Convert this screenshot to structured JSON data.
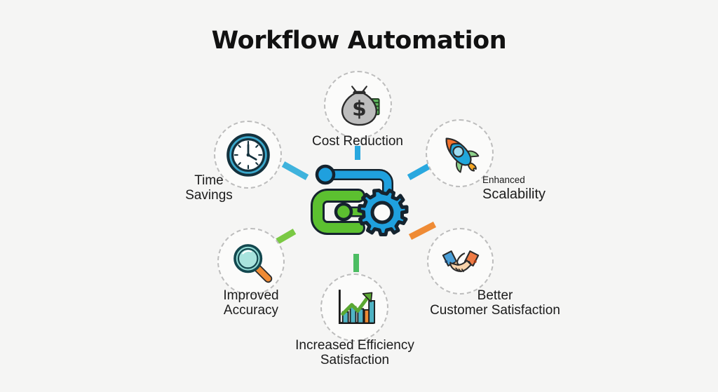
{
  "page": {
    "title": "Workflow Automation",
    "background_color": "#f5f5f4",
    "title_color": "#111111"
  },
  "chart_data": {
    "type": "diagram",
    "title": "Workflow Automation",
    "layout": "radial hub-and-spoke",
    "hub": {
      "icon": "workflow-automation-gear-icon",
      "colors": [
        "#5cc030",
        "#1fa0de",
        "#1b2a38"
      ]
    },
    "nodes": [
      {
        "label": "Cost Reduction",
        "icon": "money-bag-icon",
        "connector_color": "#29a8df",
        "position": "top"
      },
      {
        "label": "Enhanced Scalability",
        "label_line1": "Enhanced",
        "label_line2": "Scalability",
        "icon": "rocket-icon",
        "connector_color": "#29a8df",
        "position": "top-right"
      },
      {
        "label": "Better Customer Satisfaction",
        "label_line1": "Better",
        "label_line2": "Customer Satisfaction",
        "icon": "handshake-icon",
        "connector_color": "#ef8b35",
        "position": "bottom-right"
      },
      {
        "label": "Increased Efficiency Satisfaction",
        "label_line1": "Increased Efficiency",
        "label_line2": "Satisfaction",
        "icon": "bar-chart-growth-icon",
        "connector_color": "#4cbd62",
        "position": "bottom"
      },
      {
        "label": "Improved Accuracy",
        "label_line1": "Improved",
        "label_line2": "Accuracy",
        "icon": "magnifying-glass-icon",
        "connector_color": "#7ac943",
        "position": "bottom-left"
      },
      {
        "label": "Time Savings",
        "label_line1": "Time",
        "label_line2": "Savings",
        "icon": "clock-icon",
        "connector_color": "#3fb3dd",
        "position": "top-left"
      }
    ]
  },
  "nodes": {
    "cost_reduction": {
      "label": "Cost Reduction",
      "icon": "money-bag-icon"
    },
    "scalability": {
      "line1": "Enhanced",
      "line2": "Scalability",
      "icon": "rocket-icon"
    },
    "customer_satisfaction": {
      "line1": "Better",
      "line2": "Customer Satisfaction",
      "icon": "handshake-icon"
    },
    "efficiency": {
      "line1": "Increased Efficiency",
      "line2": "Satisfaction",
      "icon": "bar-chart-growth-icon"
    },
    "accuracy": {
      "line1": "Improved",
      "line2": "Accuracy",
      "icon": "magnifying-glass-icon"
    },
    "time_savings": {
      "line1": "Time",
      "line2": "Savings",
      "icon": "clock-icon"
    }
  },
  "colors": {
    "connector_blue": "#29a8df",
    "connector_green": "#4cbd62",
    "connector_lightgreen": "#7ac943",
    "connector_orange": "#ef8b35",
    "dashed_border": "#bdbdbd",
    "gear_blue": "#1fa0de",
    "flow_green": "#5cc030",
    "outline": "#15232e"
  }
}
